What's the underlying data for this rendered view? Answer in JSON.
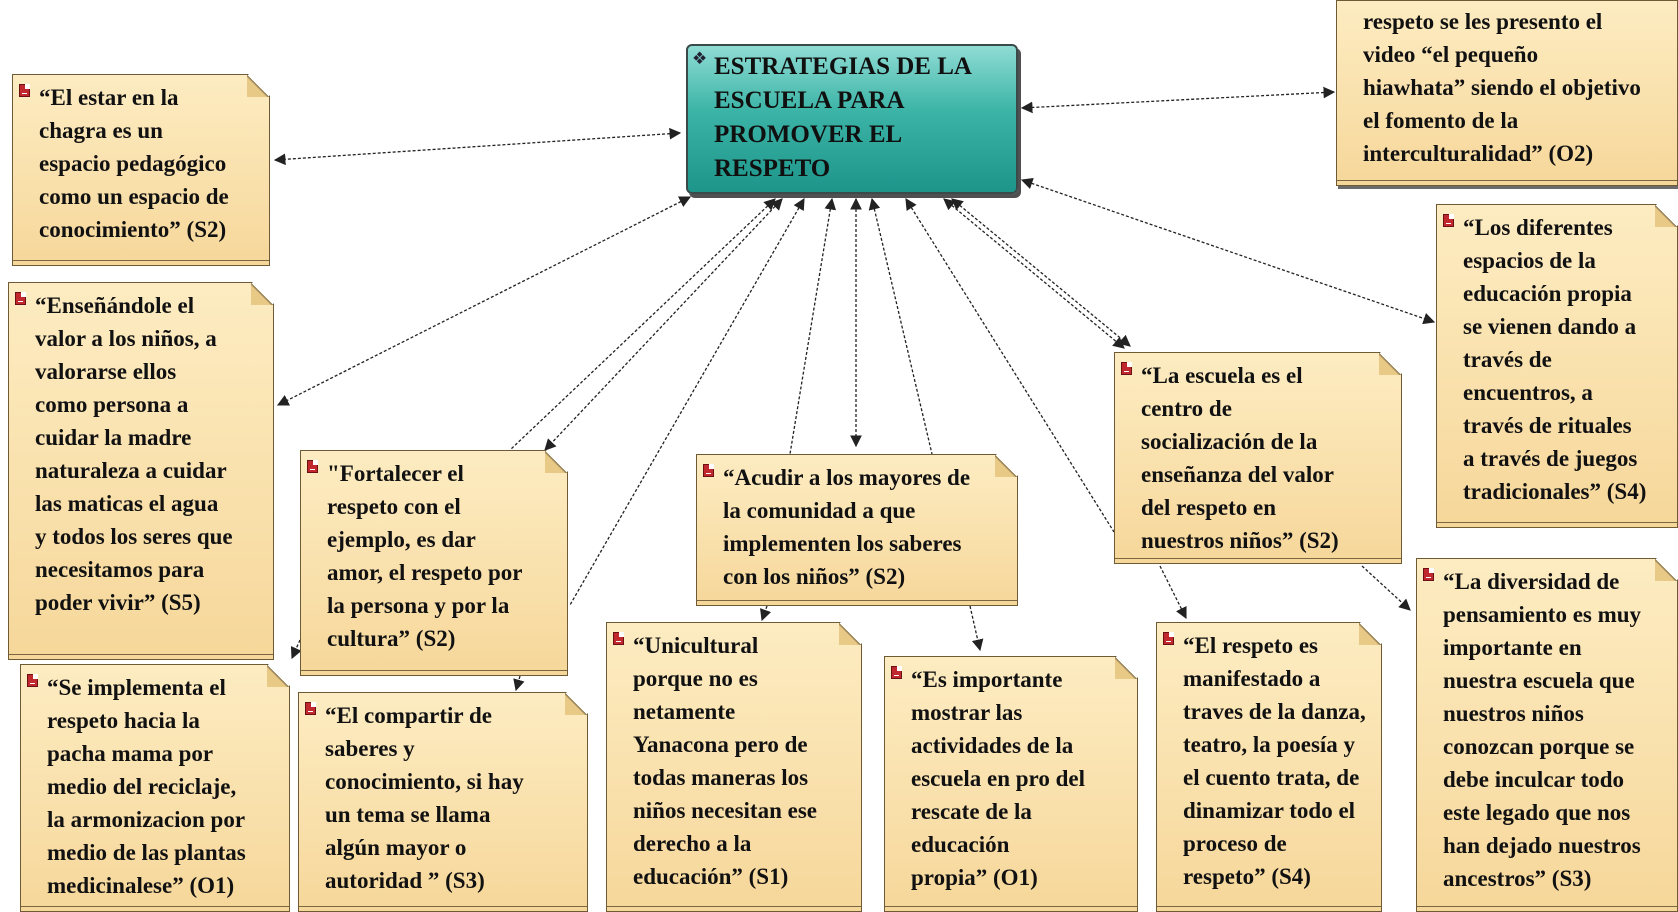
{
  "colors": {
    "central_fill": "#2fa99c",
    "note_fill": "#f8dfa8",
    "note_border": "#6e5a34",
    "note_icon": "#c0282d",
    "connector": "#222222"
  },
  "central": {
    "icon": "network-node-icon",
    "title": "ESTRATEGIAS DE LA\nESCUELA PARA\nPROMOVER EL\nRESPETO"
  },
  "notes": [
    {
      "id": "chagra",
      "icon": "note-icon",
      "text": "“El estar en la\nchagra es un\nespacio pedagógico\ncomo un espacio de\nconocimiento” (S2)"
    },
    {
      "id": "valor",
      "icon": "note-icon",
      "text": "“Enseñándole el\nvalor a los niños, a\nvalorarse ellos\ncomo persona a\ncuidar la madre\nnaturaleza a cuidar\nlas maticas el agua\ny todos los seres que\nnecesitamos para\npoder vivir” (S5)"
    },
    {
      "id": "fortalecer",
      "icon": "note-icon",
      "text": "\"Fortalecer el\nrespeto con el\nejemplo, es dar\namor, el respeto por\nla persona y por la\ncultura” (S2)"
    },
    {
      "id": "reciclaje",
      "icon": "note-icon",
      "text": "“Se implementa el\nrespeto hacia la\npacha mama por\nmedio del reciclaje,\nla armonizacion por\nmedio de las plantas\nmedicinalese” (O1)"
    },
    {
      "id": "compartir",
      "icon": "note-icon",
      "text": "“El compartir de\nsaberes y\nconocimiento, si hay\nun tema se llama\nalgún mayor o\nautoridad ” (S3)"
    },
    {
      "id": "mayores",
      "icon": "note-icon",
      "text": "“Acudir a los mayores de\nla comunidad a que\nimplementen los saberes\ncon los niños” (S2)"
    },
    {
      "id": "unicultural",
      "icon": "note-icon",
      "text": "“Unicultural\nporque no es\nnetamente\nYanacona pero de\ntodas maneras los\nniños necesitan ese\nderecho a la\neducación” (S1)"
    },
    {
      "id": "mostrar",
      "icon": "note-icon",
      "text": "“Es importante\nmostrar las\nactividades de la\nescuela en pro del\nrescate de la\neducación\npropia” (O1)"
    },
    {
      "id": "centro",
      "icon": "note-icon",
      "text": "“La escuela es el\ncentro de\nsocialización de la\nenseñanza del valor\ndel respeto en\nnuestros niños” (S2)"
    },
    {
      "id": "danza",
      "icon": "note-icon",
      "text": "“El respeto es\nmanifestado a\ntraves de la danza,\nteatro, la poesía y\nel cuento trata, de\ndinamizar todo el\nproceso de\nrespeto” (S4)"
    },
    {
      "id": "diversidad",
      "icon": "note-icon",
      "text": "“La diversidad de\npensamiento es muy\nimportante en\nnuestra escuela que\nnuestros niños\nconozcan porque se\ndebe inculcar todo\neste legado que nos\nhan dejado nuestros\nancestros” (S3)"
    },
    {
      "id": "hiawhata",
      "icon": "",
      "text": "respeto se les presento el\nvideo “el pequeño\nhiawhata” siendo el objetivo\nel fomento de la\ninterculturalidad” (O2)"
    },
    {
      "id": "espacios",
      "icon": "note-icon",
      "text": "“Los diferentes\nespacios de la\neducación propia\nse vienen dando a\ntravés de\nencuentros, a\ntravés de rituales\na través de juegos\ntradicionales” (S4)"
    }
  ]
}
